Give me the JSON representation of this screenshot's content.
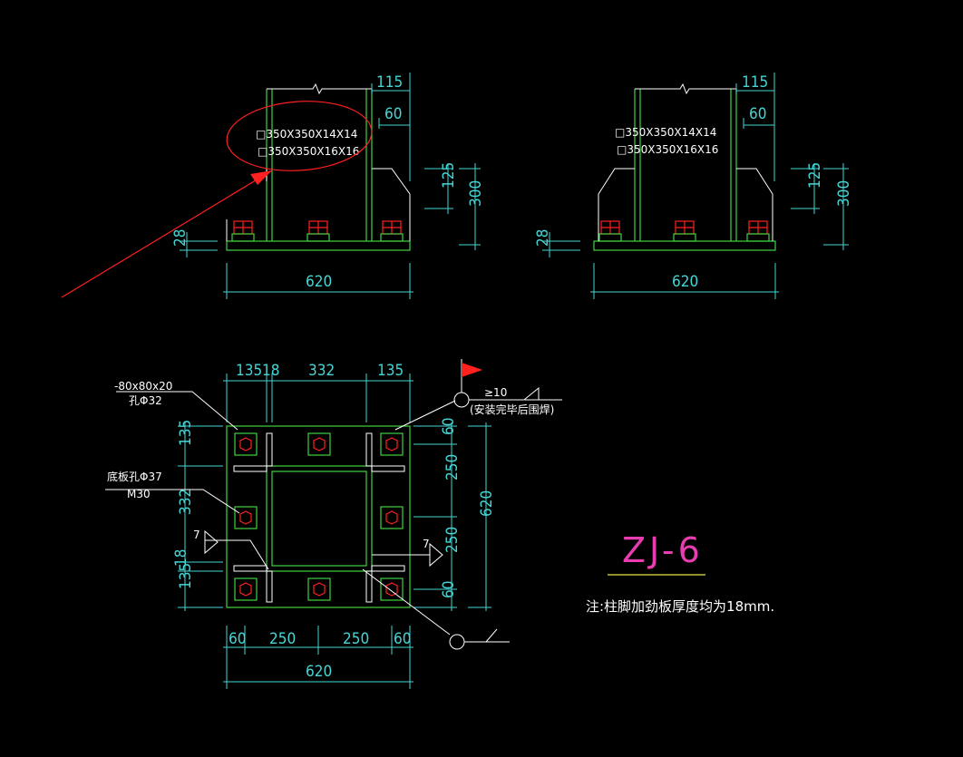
{
  "drawing": {
    "title": "ZJ-6",
    "note": "注:柱脚加劲板厚度均为18mm.",
    "colors": {
      "background": "#000000",
      "member": "#3fd23f",
      "dimension": "#45d6d6",
      "text": "#ffffff",
      "title": "#e83cb0",
      "title_underline": "#e6e64a",
      "bolt": "#ff2020",
      "annotation": "#ff2a2a"
    }
  },
  "elevation_left": {
    "section_line1": "□350X350X14X14",
    "section_line2": "□350X350X16X16",
    "dim_115": "115",
    "dim_60": "60",
    "dim_125": "125",
    "dim_300": "300",
    "dim_28": "28",
    "dim_620": "620"
  },
  "elevation_right": {
    "section_line1": "□350X350X14X14",
    "section_line2": "□350X350X16X16",
    "dim_115": "115",
    "dim_60": "60",
    "dim_125": "125",
    "dim_300": "300",
    "dim_28": "28",
    "dim_620": "620"
  },
  "plan": {
    "top_dims": [
      "135",
      "18",
      "332",
      "135"
    ],
    "left_dims": [
      "135",
      "332",
      "18",
      "135"
    ],
    "right_dims": [
      "60",
      "250",
      "620",
      "250",
      "60"
    ],
    "bottom_dims": [
      "60",
      "250",
      "250",
      "60"
    ],
    "bottom_total": "620",
    "washer_label_line1": "-80x80x20",
    "washer_label_line2": "孔Φ32",
    "hole_label_line1": "底板孔Φ37",
    "hole_label_line2": "M30",
    "weld_size_left": "7",
    "weld_size_right": "7",
    "site_weld_size": "≥10",
    "site_weld_note": "(安装完毕后围焊)"
  }
}
